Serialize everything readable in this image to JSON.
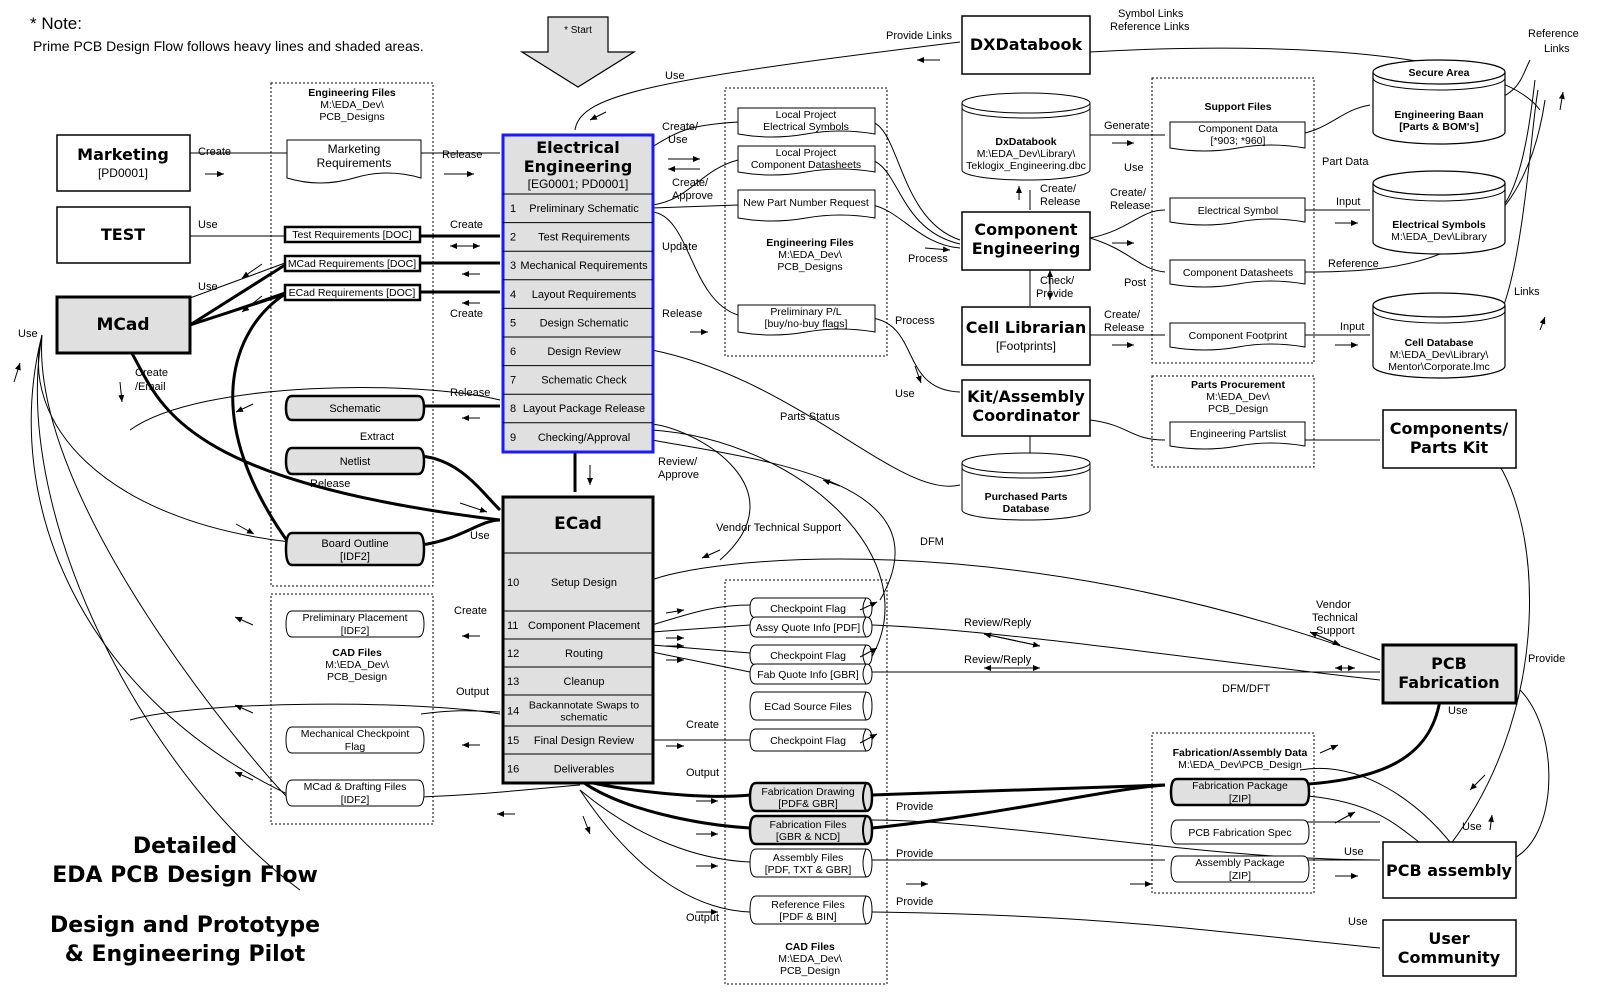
{
  "note": {
    "title": "* Note:",
    "text": "Prime PCB Design Flow follows heavy lines and shaded areas."
  },
  "start_label": "* Start",
  "footer": {
    "line1": "Detailed",
    "line2": "EDA PCB Design Flow",
    "line3": "Design and Prototype",
    "line4": "& Engineering Pilot"
  },
  "boxes": {
    "marketing": {
      "title": "Marketing",
      "sub": "[PD0001]"
    },
    "test": {
      "title": "TEST"
    },
    "mcad": {
      "title": "MCad"
    },
    "electrical": {
      "title1": "Electrical",
      "title2": "Engineering",
      "sub": "[EG0001; PD0001]"
    },
    "ecad": {
      "title": "ECad"
    },
    "dxdatabook": {
      "title": "DXDatabook"
    },
    "component_eng": {
      "title1": "Component",
      "title2": "Engineering"
    },
    "cell_librarian": {
      "title": "Cell Librarian",
      "sub": "[Footprints]"
    },
    "kit_assembly": {
      "title1": "Kit/Assembly",
      "title2": "Coordinator"
    },
    "components_kit": {
      "title1": "Components/",
      "title2": "Parts Kit"
    },
    "pcb_fab": {
      "title1": "PCB",
      "title2": "Fabrication"
    },
    "pcb_assembly": {
      "title": "PCB assembly"
    },
    "user_community": {
      "title1": "User",
      "title2": "Community"
    }
  },
  "ee_steps": [
    {
      "num": "1",
      "label": "Preliminary Schematic"
    },
    {
      "num": "2",
      "label": "Test Requirements"
    },
    {
      "num": "3",
      "label": "Mechanical Requirements"
    },
    {
      "num": "4",
      "label": "Layout Requirements"
    },
    {
      "num": "5",
      "label": "Design Schematic"
    },
    {
      "num": "6",
      "label": "Design Review"
    },
    {
      "num": "7",
      "label": "Schematic Check"
    },
    {
      "num": "8",
      "label": "Layout Package Release"
    },
    {
      "num": "9",
      "label": "Checking/Approval"
    }
  ],
  "ecad_steps": [
    {
      "num": "10",
      "label": "Setup Design"
    },
    {
      "num": "11",
      "label": "Component Placement"
    },
    {
      "num": "12",
      "label": "Routing"
    },
    {
      "num": "13",
      "label": "Cleanup"
    },
    {
      "num": "14",
      "label": "Backannotate Swaps to",
      "label2": "schematic"
    },
    {
      "num": "15",
      "label": "Final Design Review"
    },
    {
      "num": "16",
      "label": "Deliverables"
    }
  ],
  "groups": {
    "eng_files_left": {
      "title": "Engineering Files",
      "path1": "M:\\EDA_Dev\\",
      "path2": "PCB_Designs"
    },
    "eng_files_mid": {
      "title": "Engineering Files",
      "path1": "M:\\EDA_Dev\\",
      "path2": "PCB_Designs"
    },
    "cad_files_left": {
      "title": "CAD Files",
      "path1": "M:\\EDA_Dev\\",
      "path2": "PCB_Design"
    },
    "cad_files_mid": {
      "title": "CAD Files",
      "path1": "M:\\EDA_Dev\\",
      "path2": "PCB_Design"
    },
    "support_files": {
      "title": "Support Files"
    },
    "parts_procurement": {
      "title": "Parts Procurement",
      "path1": "M:\\EDA_Dev\\",
      "path2": "PCB_Design"
    },
    "fab_assembly": {
      "title": "Fabrication/Assembly Data",
      "path1": "M:\\EDA_Dev\\PCB_Design"
    }
  },
  "docs": {
    "mkt_req": {
      "line1": "Marketing",
      "line2": "Requirements"
    },
    "test_req": "Test Requirements [DOC]",
    "mcad_req": "MCad Requirements [DOC]",
    "ecad_req": "ECad Requirements [DOC]",
    "schematic": "Schematic",
    "netlist": "Netlist",
    "board_outline": {
      "line1": "Board  Outline",
      "line2": "[IDF2]"
    },
    "prelim_placement": {
      "line1": "Preliminary Placement",
      "line2": "[IDF2]"
    },
    "mech_checkpoint": {
      "line1": "Mechanical Checkpoint",
      "line2": "Flag"
    },
    "mcad_drafting": {
      "line1": "MCad & Drafting Files",
      "line2": "[IDF2]"
    },
    "local_symbols": {
      "line1": "Local Project",
      "line2": "Electrical Symbols"
    },
    "local_datasheets": {
      "line1": "Local Project",
      "line2": "Component Datasheets"
    },
    "new_part": "New Part Number Request",
    "prelim_pl": {
      "line1": "Preliminary P/L",
      "line2": "[buy/no-buy flags]"
    },
    "checkpoint1": "Checkpoint Flag",
    "assy_quote": "Assy Quote Info [PDF]",
    "checkpoint2": "Checkpoint Flag",
    "fab_quote": "Fab Quote Info [GBR]",
    "ecad_source": "ECad Source Files",
    "checkpoint3": "Checkpoint Flag",
    "fab_drawing": {
      "line1": "Fabrication Drawing",
      "line2": "[PDF& GBR]"
    },
    "fab_files": {
      "line1": "Fabrication Files",
      "line2": "[GBR & NCD]"
    },
    "assembly_files": {
      "line1": "Assembly Files",
      "line2": "[PDF, TXT & GBR]"
    },
    "reference_files": {
      "line1": "Reference Files",
      "line2": "[PDF & BIN]"
    },
    "component_data": {
      "line1": "Component Data",
      "line2": "[*903; *960]"
    },
    "electrical_symbol": "Electrical Symbol",
    "component_datasheets": "Component Datasheets",
    "component_footprint": "Component Footprint",
    "eng_partslist": "Engineering Partslist",
    "fab_package": {
      "line1": "Fabrication Package",
      "line2": "[ZIP]"
    },
    "pcb_fab_spec": "PCB Fabrication Spec",
    "assembly_package": {
      "line1": "Assembly Package",
      "line2": "[ZIP]"
    }
  },
  "databases": {
    "dxdb": {
      "line1": "DxDatabook",
      "line2": "M:\\EDA_Dev\\Library\\",
      "line3": "Teklogix_Engineering.dbc"
    },
    "secure": {
      "top": "Secure Area",
      "line1": "Engineering Baan",
      "line2": "[Parts & BOM's]"
    },
    "elec_symbols": {
      "line1": "Electrical Symbols",
      "line2": "M:\\EDA_Dev\\Library"
    },
    "cell_db": {
      "line1": "Cell Database",
      "line2": "M:\\EDA_Dev\\Library\\",
      "line3": "Mentor\\Corporate.lmc"
    },
    "purchased": {
      "line1": "Purchased Parts",
      "line2": "Database"
    }
  },
  "labels": {
    "create": "Create",
    "release": "Release",
    "use": "Use",
    "create_use_1": "Create/",
    "create_use_2": "Use",
    "create_approve_1": "Create/",
    "create_approve_2": "Approve",
    "update": "Update",
    "process": "Process",
    "extract": "Extract",
    "create_email_1": "Create",
    "create_email_2": "/Email",
    "provide_links": "Provide Links",
    "symbol_links": "Symbol Links",
    "reference_links_top": "Reference Links",
    "reference": "Reference",
    "links": "Links",
    "generate": "Generate",
    "create_release_1": "Create/",
    "create_release_2": "Release",
    "part_data": "Part Data",
    "input": "Input",
    "post": "Post",
    "check_provide_1": "Check/",
    "check_provide_2": "Provide",
    "parts_status": "Parts Status",
    "review_approve_1": "Review/",
    "review_approve_2": "Approve",
    "vendor_support": "Vendor Technical Support",
    "dfm": "DFM",
    "dfm_dft": "DFM/DFT",
    "review_reply": "Review/Reply",
    "vendor_1": "Vendor",
    "vendor_2": "Technical",
    "vendor_3": "Support",
    "provide": "Provide",
    "output": "Output",
    "reference_links_1": "Reference",
    "reference_links_2": "Links"
  }
}
